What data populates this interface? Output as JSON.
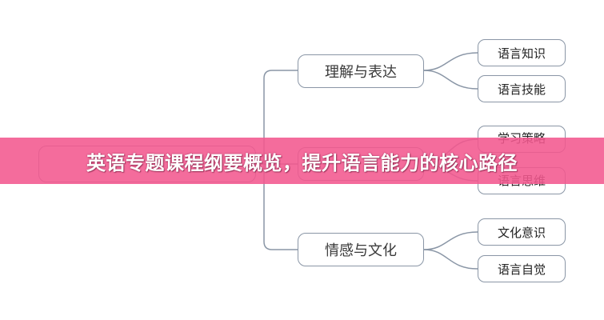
{
  "diagram": {
    "branches": [
      {
        "label": "理解与表达",
        "children": [
          "语言知识",
          "语言技能"
        ]
      },
      {
        "label": "",
        "children": [
          "学习策略",
          "语言思维"
        ]
      },
      {
        "label": "情感与文化",
        "children": [
          "文化意识",
          "语言自觉"
        ]
      }
    ]
  },
  "banner": {
    "title": "英语专题课程纲要概览，提升语言能力的核心路径"
  },
  "colors": {
    "line": "#8a96a6",
    "banner": "#f2588e",
    "banner_text": "#ffffff"
  }
}
